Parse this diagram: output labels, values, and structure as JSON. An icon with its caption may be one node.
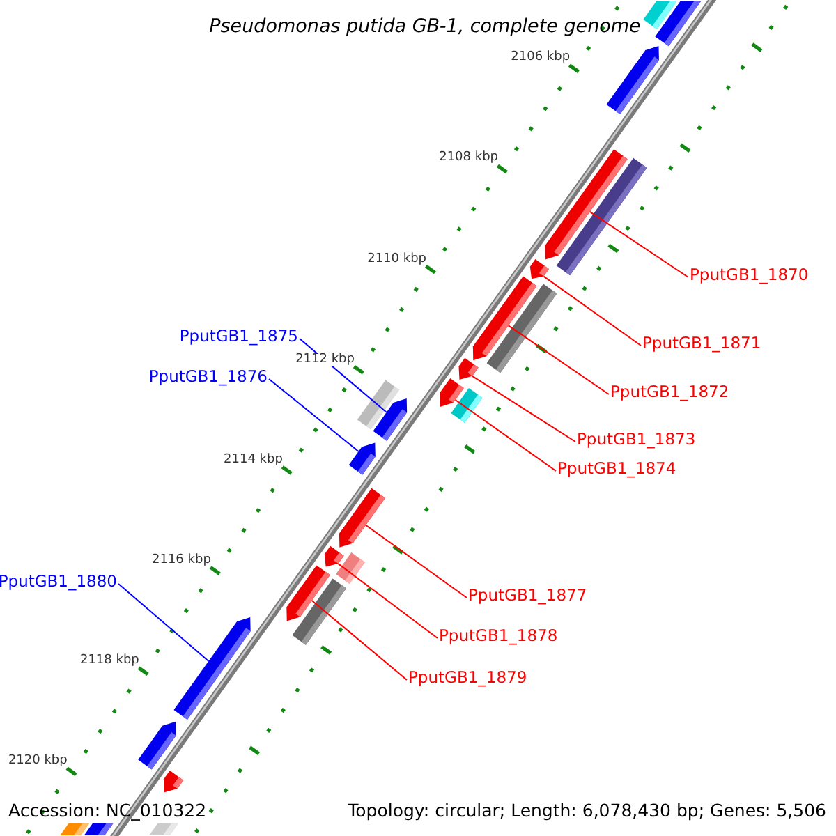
{
  "diagram": {
    "title": "Pseudomonas putida GB-1, complete genome",
    "nodes": [
      {
        "text": [
          "PputGB1_1870"
        ]
      },
      {
        "text": [
          "PputGB1_1875"
        ]
      },
      {
        "text": [
          "PputGB1_1871"
        ]
      },
      {
        "text": [
          "PputGB1_1876"
        ]
      },
      {
        "text": [
          "PputGB1_1872"
        ]
      },
      {
        "text": [
          "PputGB1_1873"
        ]
      },
      {
        "text": [
          "PputGB1_1874"
        ]
      },
      {
        "text": [
          "PputGB1_1880"
        ]
      },
      {
        "text": [
          "PputGB1_1877"
        ]
      },
      {
        "text": [
          "PputGB1_1878"
        ]
      },
      {
        "text": [
          "PputGB1_1879"
        ]
      },
      {
        "text": [],
        "shape": "bar"
      },
      {
        "text": [],
        "shape": "bar"
      },
      {
        "text": [],
        "shape": "bar"
      },
      {
        "text": [],
        "shape": "bar"
      },
      {
        "text": [],
        "shape": "bar"
      },
      {
        "text": [],
        "shape": "bar"
      },
      {
        "text": [],
        "shape": "bar"
      },
      {
        "text": [],
        "shape": "bar"
      },
      {
        "text": [],
        "shape": "bar"
      },
      {
        "text": [],
        "shape": "bar"
      },
      {
        "text": [],
        "shape": "bar"
      },
      {
        "text": [],
        "shape": "bar"
      },
      {
        "text": [],
        "shape": "bar"
      },
      {
        "text": [],
        "shape": "bar"
      },
      {
        "text": [],
        "shape": "bar"
      },
      {
        "text": [],
        "shape": "bar"
      },
      {
        "text": [],
        "shape": "bar"
      },
      {
        "text": [],
        "shape": "bar"
      },
      {
        "text": [],
        "shape": "bar"
      },
      {
        "text": [],
        "shape": "bar"
      },
      {
        "text": [],
        "shape": "bar"
      },
      {
        "text": [],
        "shape": "bar"
      },
      {
        "text": [],
        "shape": "bar"
      },
      {
        "text": [],
        "shape": "bar"
      },
      {
        "text": [],
        "shape": "bar"
      }
    ],
    "edges": [
      {
        "from": 0,
        "to": 14,
        "arrow": "none"
      },
      {
        "from": 1,
        "to": 23,
        "arrow": "none",
        "color": "#0000ff"
      },
      {
        "from": 2,
        "to": 16,
        "arrow": "none"
      },
      {
        "from": 3,
        "to": 24,
        "arrow": "none",
        "color": "#0000ff"
      },
      {
        "from": 4,
        "to": 17,
        "arrow": "none"
      },
      {
        "from": 5,
        "to": 19,
        "arrow": "none"
      },
      {
        "from": 6,
        "to": 20,
        "arrow": "none"
      },
      {
        "from": 7,
        "to": 30,
        "arrow": "none",
        "color": "#0000ff"
      },
      {
        "from": 8,
        "to": 25,
        "arrow": "none"
      },
      {
        "from": 9,
        "to": 26,
        "arrow": "none"
      },
      {
        "from": 10,
        "to": 28,
        "arrow": "none"
      }
    ],
    "labels": [
      "2106 kbp",
      "2108 kbp",
      "2110 kbp",
      "2112 kbp",
      "2114 kbp",
      "2116 kbp",
      "2118 kbp",
      "2120 kbp",
      "Accession: NC_010322",
      "Topology: circular; Length: 6,078,430 bp; Genes: 5,506"
    ]
  }
}
